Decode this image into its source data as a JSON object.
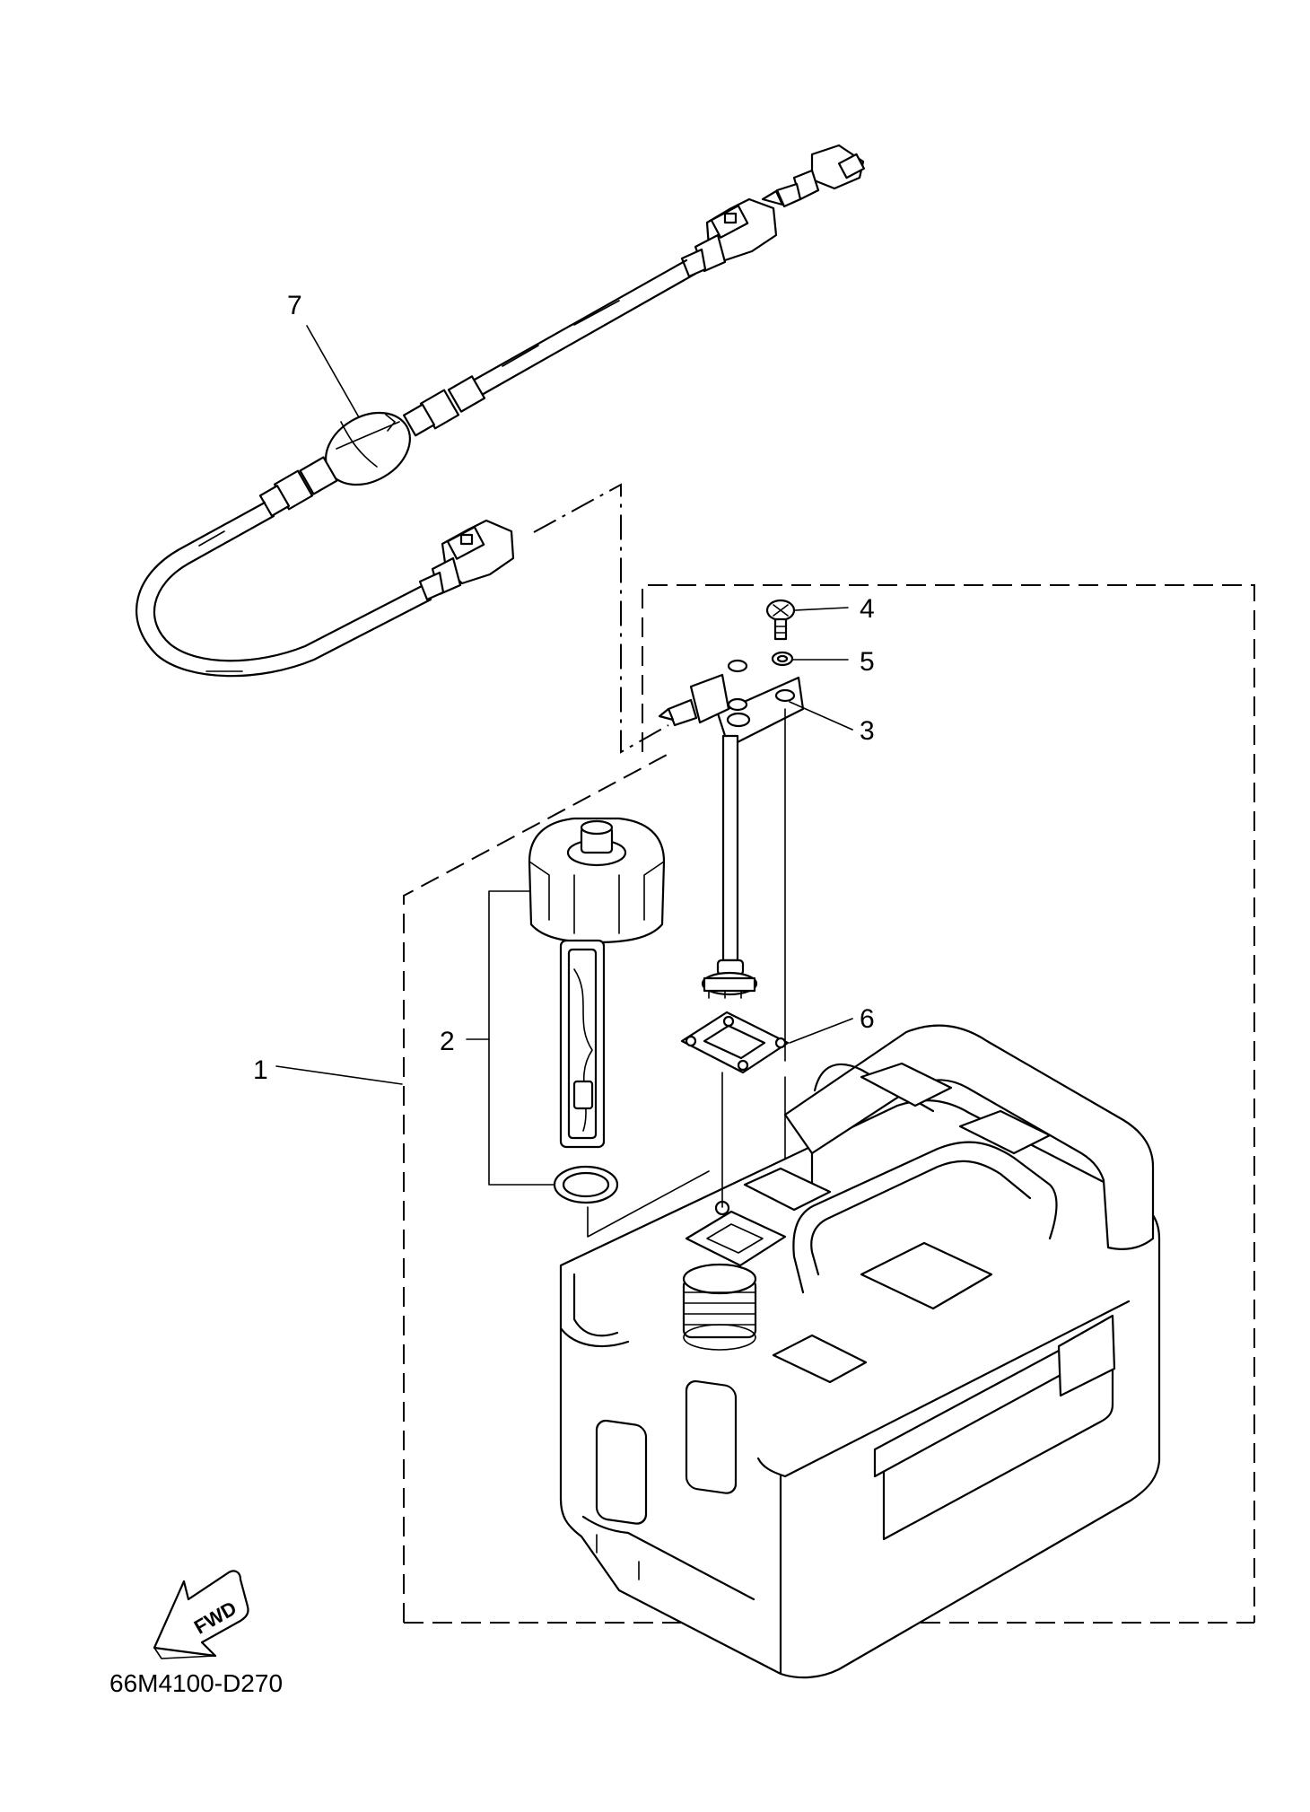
{
  "callouts": {
    "p1": "1",
    "p2": "2",
    "p3": "3",
    "p4": "4",
    "p5": "5",
    "p6": "6",
    "p7": "7"
  },
  "fwd_label": "FWD",
  "diagram_code": "66M4100-D270"
}
